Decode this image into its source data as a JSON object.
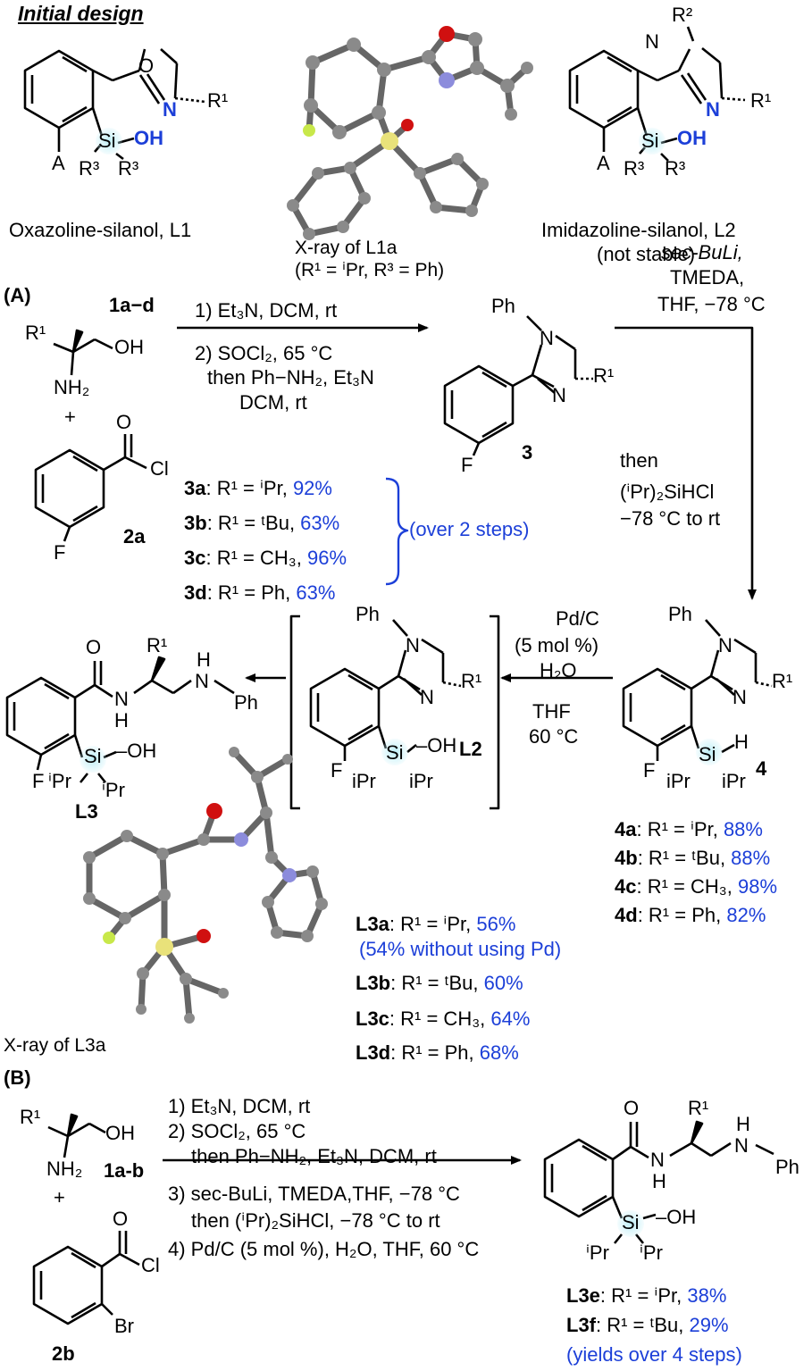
{
  "header": {
    "title": "Initial design"
  },
  "top": {
    "l1_caption": "Oxazoline-silanol, L1",
    "l1a_caption": "X-ray of L1a",
    "l1a_sub": "(R¹ = ⁱPr, R³ = Ph)",
    "l2_caption": "Imidazoline-silanol, L2",
    "l2_sub": "(not stable)"
  },
  "atoms": {
    "O": "O",
    "N": "N",
    "N_blue": "N",
    "Si": "Si",
    "OH": "OH",
    "OH_plain": "–OH",
    "R1": "R¹",
    "R2": "R²",
    "R3": "R³",
    "A": "A",
    "F": "F",
    "Cl": "Cl",
    "Br": "Br",
    "H": "H",
    "Ph": "Ph",
    "iPr": "ⁱPr",
    "iPr2": "iPr",
    "NH2": "NH₂",
    "OH_alc": "OH",
    "plus": "+"
  },
  "sectionA": {
    "label": "(A)",
    "sm1": "1a−d",
    "sm2": "2a",
    "cond1": "1) Et₃N, DCM, rt",
    "cond2": "2) SOCl₂, 65 °C",
    "cond3": "then Ph−NH₂, Et₃N",
    "cond4": "DCM, rt",
    "yields3": [
      {
        "label": "3a",
        "text": ": R¹ = ⁱPr, ",
        "yield": "92%"
      },
      {
        "label": "3b",
        "text": ": R¹ = ᵗBu, ",
        "yield": "63%"
      },
      {
        "label": "3c",
        "text": ": R¹ = CH₃, ",
        "yield": "96%"
      },
      {
        "label": "3d",
        "text": ": R¹ = Ph, ",
        "yield": "63%"
      }
    ],
    "over2": "(over 2 steps)",
    "cmpd3": "3",
    "lith1": "sec-BuLi,",
    "lith2": "TMEDA,",
    "lith3": "THF, −78 °C",
    "lith4": "then",
    "lith5": "(ⁱPr)₂SiHCl",
    "lith6": "−78 °C to rt",
    "cmpd4": "4",
    "yields4": [
      {
        "label": "4a",
        "text": ": R¹ = ⁱPr, ",
        "yield": "88%"
      },
      {
        "label": "4b",
        "text": ": R¹ = ᵗBu, ",
        "yield": "88%"
      },
      {
        "label": "4c",
        "text": ": R¹ = CH₃, ",
        "yield": "98%"
      },
      {
        "label": "4d",
        "text": ": R¹ = Ph, ",
        "yield": "82%"
      }
    ],
    "pd1": "Pd/C",
    "pd2": "(5 mol %)",
    "pd3": "H₂O",
    "pd4": "THF",
    "pd5": "60 °C",
    "l2": "L2",
    "l3": "L3",
    "xray_l3a": "X-ray of L3a",
    "yieldsL3": [
      {
        "label": "L3a",
        "text": ": R¹ = ⁱPr, ",
        "yield": "56%"
      },
      {
        "label": "L3b",
        "text": ": R¹ = ᵗBu, ",
        "yield": "60%"
      },
      {
        "label": "L3c",
        "text": ": R¹ = CH₃, ",
        "yield": "64%"
      },
      {
        "label": "L3d",
        "text": ": R¹ = Ph, ",
        "yield": "68%"
      }
    ],
    "nopd": "(54% without using Pd)"
  },
  "sectionB": {
    "label": "(B)",
    "sm1": "1a-b",
    "sm2": "2b",
    "c1": "1) Et₃N, DCM, rt",
    "c2": "2) SOCl₂, 65 °C",
    "c3": "then Ph−NH₂, Et₃N, DCM, rt",
    "c4": "3) sec-BuLi, TMEDA,THF, −78 °C",
    "c5": "then (ⁱPr)₂SiHCl, −78 °C to rt",
    "c6": "4) Pd/C (5 mol %), H₂O, THF, 60 °C",
    "yields": [
      {
        "label": "L3e",
        "text": ": R¹ = ⁱPr, ",
        "yield": "38%"
      },
      {
        "label": "L3f",
        "text": ": R¹ = ᵗBu, ",
        "yield": "29%"
      }
    ],
    "over4": "(yields over 4 steps)"
  },
  "colors": {
    "blue": "#1c3fd8",
    "si_glow": "#bfeff7",
    "xray_c": "#8a8a8a",
    "xray_si": "#e9e27a",
    "xray_o": "#d01010",
    "xray_n": "#8c8cdc",
    "xray_f": "#c8e84a"
  }
}
